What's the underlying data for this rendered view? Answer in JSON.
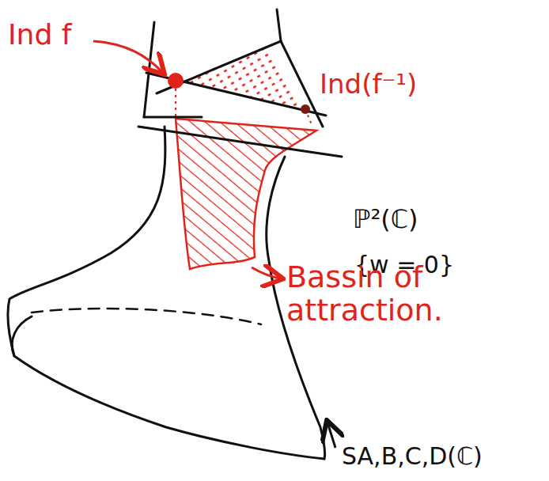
{
  "diagram": {
    "labels": [
      "Ind f",
      "Ind(f⁻¹)",
      "ℙ²(ℂ)",
      "{w = 0}",
      "Bassin of attraction.",
      "SA,B,C,D(ℂ)"
    ]
  }
}
